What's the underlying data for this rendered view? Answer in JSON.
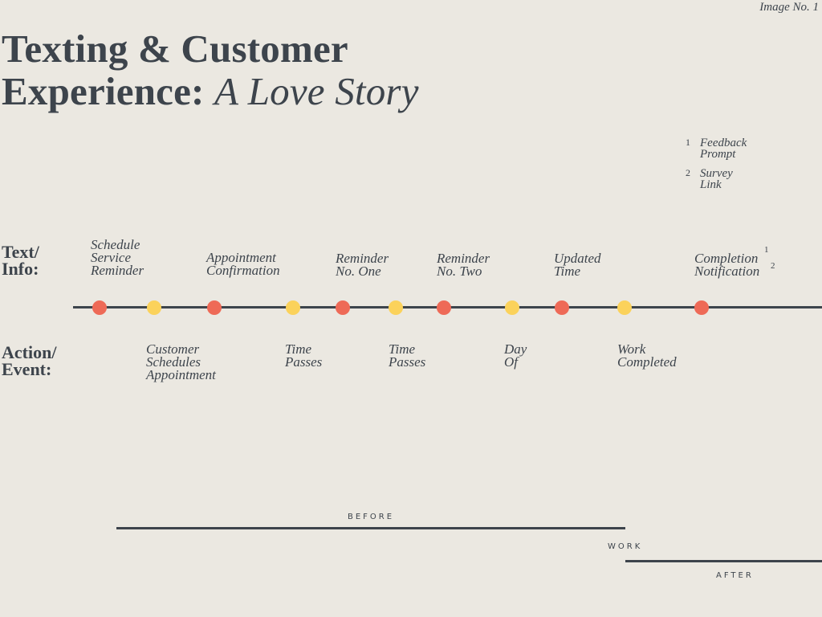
{
  "colors": {
    "background": "#ebe8e1",
    "text": "#3d444c",
    "text_info_dot": "#ee6a57",
    "action_event_dot": "#fbd25b",
    "line": "#3d444c"
  },
  "image_no": "Image No. 1",
  "title": {
    "line1": "Texting & Customer",
    "line2": "Experience:",
    "subtitle": "A Love Story"
  },
  "footnotes": [
    {
      "num": "1",
      "line1": "Feedback",
      "line2": "Prompt"
    },
    {
      "num": "2",
      "line1": "Survey",
      "line2": "Link"
    }
  ],
  "rows": {
    "text_info": {
      "line1": "Text/",
      "line2": "Info:"
    },
    "action_event": {
      "line1": "Action/",
      "line2": "Event:"
    }
  },
  "text_info_labels": [
    {
      "lines": [
        "Schedule",
        "Service",
        "Reminder"
      ]
    },
    {
      "lines": [
        "Appointment",
        "Confirmation"
      ]
    },
    {
      "lines": [
        "Reminder",
        "No. One"
      ]
    },
    {
      "lines": [
        "Reminder",
        "No. Two"
      ]
    },
    {
      "lines": [
        "Updated",
        "Time"
      ]
    },
    {
      "lines": [
        "Completion",
        "Notification"
      ],
      "refs": [
        "1",
        "2"
      ]
    }
  ],
  "action_event_labels": [
    {
      "lines": [
        "Customer",
        "Schedules",
        "Appointment"
      ]
    },
    {
      "lines": [
        "Time",
        "Passes"
      ]
    },
    {
      "lines": [
        "Time",
        "Passes"
      ]
    },
    {
      "lines": [
        "Day",
        "Of"
      ]
    },
    {
      "lines": [
        "Work",
        "Completed"
      ]
    }
  ],
  "timeline_sequence": [
    "text_info",
    "action_event",
    "text_info",
    "action_event",
    "text_info",
    "action_event",
    "text_info",
    "action_event",
    "text_info",
    "action_event",
    "text_info"
  ],
  "phases": {
    "before": "BEFORE",
    "work": "WORK",
    "after": "AFTER"
  }
}
